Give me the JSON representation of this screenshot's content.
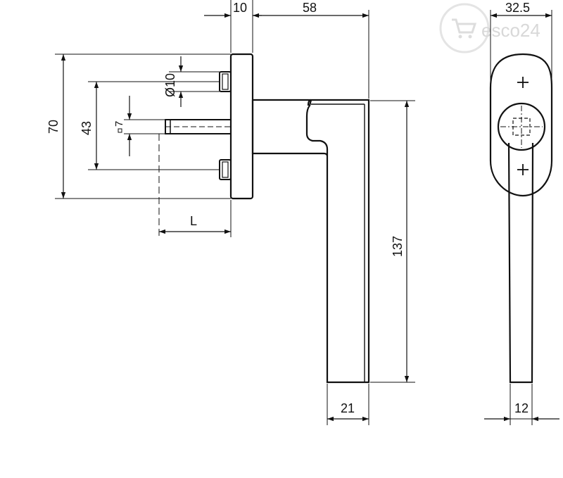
{
  "dimensions": {
    "plate_thickness": "10",
    "handle_projection": "58",
    "rose_width": "32.5",
    "rose_height": "70",
    "screw_spacing": "43",
    "square_spindle": "7",
    "screw_diameter": "Ø10",
    "spindle_length": "L",
    "handle_length": "137",
    "handle_width_side": "21",
    "handle_width_front": "12"
  },
  "watermark": {
    "text": "esco24"
  },
  "colors": {
    "line": "#111111",
    "fill": "#ffffff",
    "watermark": "#d8d8d8"
  }
}
